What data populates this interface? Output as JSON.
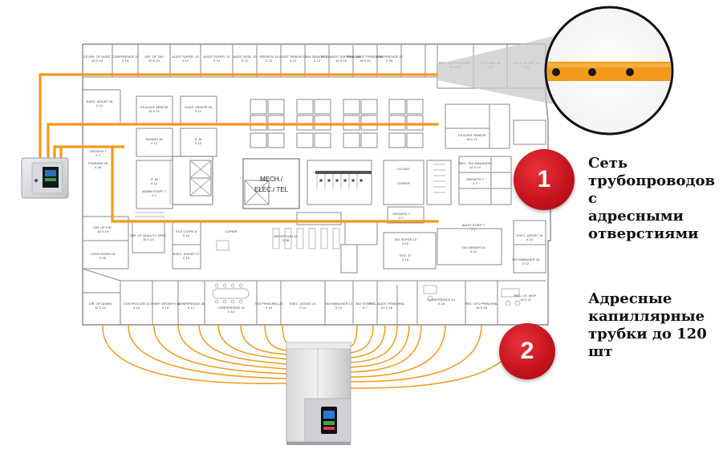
{
  "badges": {
    "one": "1",
    "two": "2"
  },
  "captions": {
    "pipe_network": [
      "Сеть",
      "трубопроводов с",
      "адресными",
      "отверстиями"
    ],
    "capillary_tubes": [
      "Адресные",
      "капиллярные",
      "трубки до 120",
      "шт"
    ]
  },
  "floorplan": {
    "core_label_line1": "MECH./",
    "core_label_line2": "ELEC./ TEL",
    "room_labels": [
      "CE DIR. OF AUDIT 20 X 14",
      "CONFERENCE 12 X 14",
      "DIR. OF TAX 20 X 14",
      "AUDIT SUPER. 10 X 12",
      "AUDIT SUPER. 10 X 12",
      "AUDIT MGR. 10 X 12",
      "GROWTH 10 X 12",
      "AUDIT SENIOR 10 X 12",
      "TAX SENIOR 10 X 12",
      "REC. AUDIT SUPERVISOR 12 X 15",
      "REC. AUDIT PRINCIPAL 15 X 20",
      "CONFERENCE 12 X 20",
      "REC. TAX PRINCIPAL 15 X 20",
      "TAX MGR. 16 X 12",
      "EXEC. ASSIST 16 X 12",
      "EXEC. ASSIST 16 X 12",
      "CS AUDIT SENIOR 16 X 12",
      "AUDIT SENIOR 16 X 12",
      "SENIOR 16 X 12",
      "IT 16 X 12",
      "IT 16 X 12",
      "ADMIN STAFF 7 X 7",
      "GROWTH 7 X 7",
      "TRAINING 25 X 24",
      "RECEPTION 28 X 28",
      "COPIER",
      "FILE CLERK 8 X 14",
      "EXEC. ASSIST 17 X 14",
      "DIR. OF QUALITY SERV. 16 X 14",
      "DIR. OF H.R. 16 X 14",
      "LOCK ROOM 16 X 20",
      "DIR. OF ADMIN 12 X 14",
      "CONTROLLER 10 X 14",
      "CHIEF GROWTH 14 X 14",
      "CONFERENCE 28 X 17",
      "CONFERENCE 20 X 14",
      "TAX PRINCIPAL 20 X 14",
      "EXEC. ASSIST 10 X 14",
      "TAX MANAGER 12 X 14",
      "TAX STAFF 7 X 7",
      "REC. AUDIT PRINCIPAL 20 X 16",
      "CONFERENCE 13 X 16",
      "REC. CFO PRINCIPAL 16 X 16",
      "REC. LIT. MGR. 16 X 12",
      "TAX MANAGER 16 X 12",
      "EXEC. ASSIST 16 X 12",
      "TAX SENIOR 10 X 12",
      "TAX SUPER 10 X 12",
      "STG. 17 X 14",
      "CLOSET",
      "COPIER",
      "GROWTH 7 X 7",
      "AUDIT STAFF 7 X 7",
      "REC. TAX MANAGER 12 X 14",
      "GROWTH 7 X 7",
      "CS AUDIT SENIOR 16 X 12"
    ]
  },
  "colors": {
    "pipe": "#f39a1b",
    "badge": "#d11f27",
    "wall": "#8a8a8a"
  }
}
